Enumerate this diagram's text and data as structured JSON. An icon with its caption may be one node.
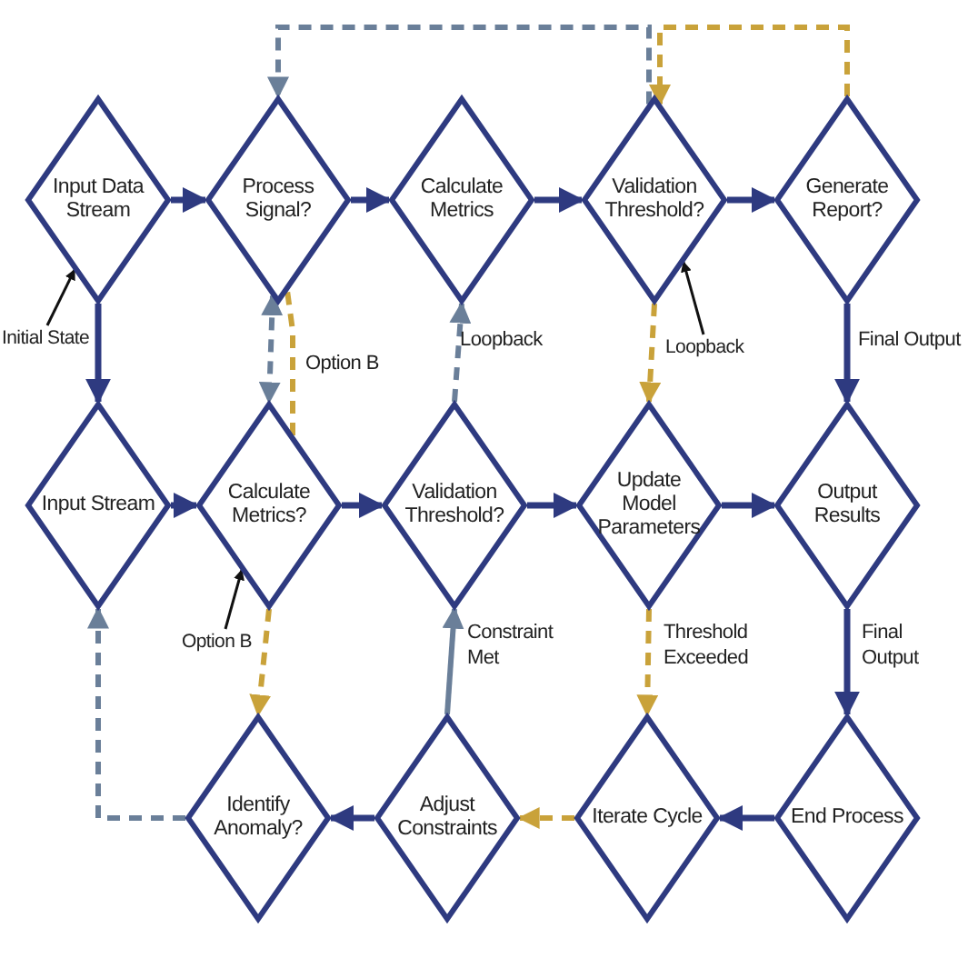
{
  "diagram": {
    "nodes": [
      {
        "text": [
          "Input Data Stream"
        ]
      },
      {
        "text": [
          "Process Signal?"
        ]
      },
      {
        "text": [
          "Calculate Metrics"
        ]
      },
      {
        "text": [
          "Validation Threshold?"
        ]
      },
      {
        "text": [
          "Generate Report?"
        ]
      },
      {
        "text": [
          "Initial State"
        ]
      },
      {
        "text": [
          "Loopback"
        ]
      },
      {
        "text": [
          "Input Stream"
        ]
      },
      {
        "text": [
          "Calculate Metrics?"
        ]
      },
      {
        "text": [
          "Validation Threshold?"
        ]
      },
      {
        "text": [
          "Update Model Parameters"
        ]
      },
      {
        "text": [
          "Output Results"
        ]
      },
      {
        "text": [
          "Option B"
        ]
      },
      {
        "text": [
          "Identify Anomaly?"
        ]
      },
      {
        "text": [
          "Adjust Constraints"
        ]
      },
      {
        "text": [
          "Iterate Cycle"
        ]
      },
      {
        "text": [
          "End Process"
        ]
      }
    ],
    "edges": [
      {
        "from": 0,
        "to": 1,
        "arrow": "to"
      },
      {
        "from": 1,
        "to": 2,
        "arrow": "to"
      },
      {
        "from": 2,
        "to": 3,
        "arrow": "to"
      },
      {
        "from": 3,
        "to": 4,
        "arrow": "to"
      },
      {
        "from": 0,
        "to": 7,
        "arrow": "to"
      },
      {
        "from": 4,
        "to": 11,
        "arrow": "to",
        "label": "Final Output"
      },
      {
        "from": 7,
        "to": 8,
        "arrow": "to"
      },
      {
        "from": 8,
        "to": 9,
        "arrow": "to"
      },
      {
        "from": 9,
        "to": 10,
        "arrow": "to"
      },
      {
        "from": 10,
        "to": 11,
        "arrow": "to"
      },
      {
        "from": 11,
        "to": 16,
        "arrow": "to",
        "label": "Final Output"
      },
      {
        "from": 16,
        "to": 15,
        "arrow": "to"
      },
      {
        "from": 15,
        "to": 14,
        "arrow": "to",
        "style": "dashed",
        "color": "#c9a23a"
      },
      {
        "from": 14,
        "to": 13,
        "arrow": "to"
      },
      {
        "from": 14,
        "to": 9,
        "arrow": "to",
        "label": "Constraint Met",
        "color": "#6a7f99"
      },
      {
        "from": 13,
        "to": 7,
        "arrow": "to",
        "style": "dashed",
        "color": "#6a7f99"
      },
      {
        "from": 8,
        "to": 13,
        "arrow": "to",
        "style": "dashed",
        "color": "#c9a23a"
      },
      {
        "from": 10,
        "to": 15,
        "arrow": "to",
        "label": "Threshold Exceeded",
        "style": "dashed",
        "color": "#c9a23a"
      },
      {
        "from": 3,
        "to": 10,
        "arrow": "to",
        "style": "dashed",
        "color": "#c9a23a"
      },
      {
        "from": 9,
        "to": 2,
        "arrow": "to",
        "label": "Loopback",
        "style": "dashed",
        "color": "#6a7f99"
      },
      {
        "from": 1,
        "to": 8,
        "arrow": "both",
        "style": "dashed",
        "color": "#6a7f99"
      },
      {
        "from": 8,
        "to": 1,
        "arrow": "none",
        "label": "Option B",
        "style": "dashed",
        "color": "#c9a23a"
      },
      {
        "from": 3,
        "to": 1,
        "arrow": "to",
        "style": "dashed",
        "color": "#6a7f99"
      },
      {
        "from": 4,
        "to": 3,
        "arrow": "to",
        "style": "dashed",
        "color": "#c9a23a"
      },
      {
        "from": 5,
        "to": 0,
        "arrow": "to",
        "color": "#111111"
      },
      {
        "from": 6,
        "to": 3,
        "arrow": "to",
        "color": "#111111"
      },
      {
        "from": 12,
        "to": 8,
        "arrow": "to",
        "color": "#111111"
      }
    ]
  }
}
